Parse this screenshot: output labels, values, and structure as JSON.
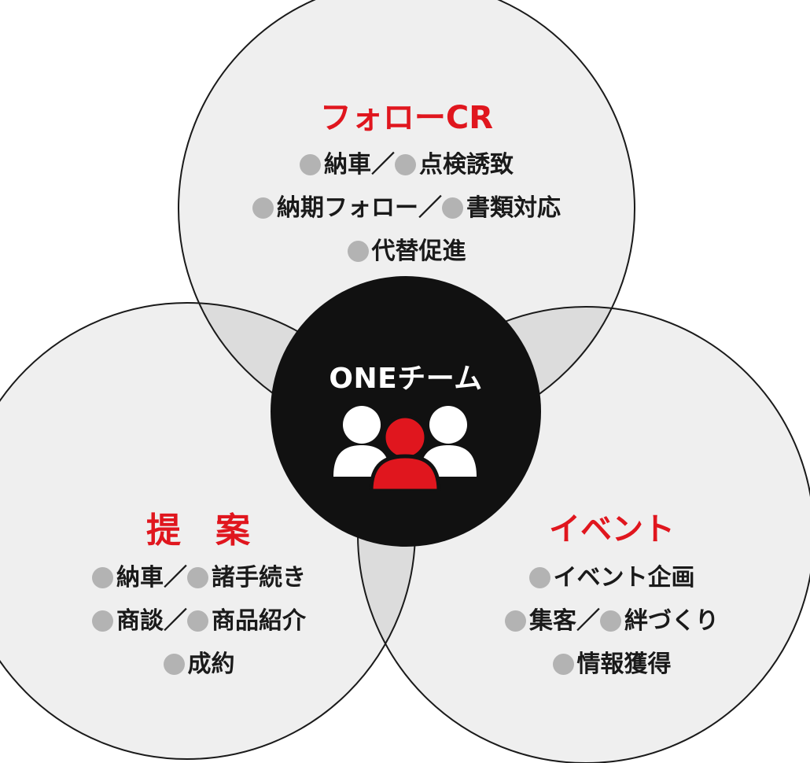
{
  "colors": {
    "accent": "#e0161e",
    "circle_fill": "#efefef",
    "overlap_fill": "#dcdcdc",
    "circle_stroke": "#1a1a1a",
    "bullet": "#b3b3b3",
    "center_fill": "#111111",
    "center_text": "#ffffff",
    "person_side": "#ffffff",
    "person_center": "#e0161e"
  },
  "center": {
    "title": "ONEチーム",
    "icon": "team-people-icon"
  },
  "follow": {
    "title": "フォローCR",
    "rows": [
      [
        "納車",
        "点検誘致"
      ],
      [
        "納期フォロー",
        "書類対応"
      ],
      [
        "代替促進"
      ]
    ]
  },
  "proposal": {
    "title": "提　案",
    "rows": [
      [
        "納車",
        "諸手続き"
      ],
      [
        "商談",
        "商品紹介"
      ],
      [
        "成約"
      ]
    ]
  },
  "event": {
    "title": "イベント",
    "rows": [
      [
        "イベント企画"
      ],
      [
        "集客",
        "絆づくり"
      ],
      [
        "情報獲得"
      ]
    ]
  },
  "separator": "／"
}
